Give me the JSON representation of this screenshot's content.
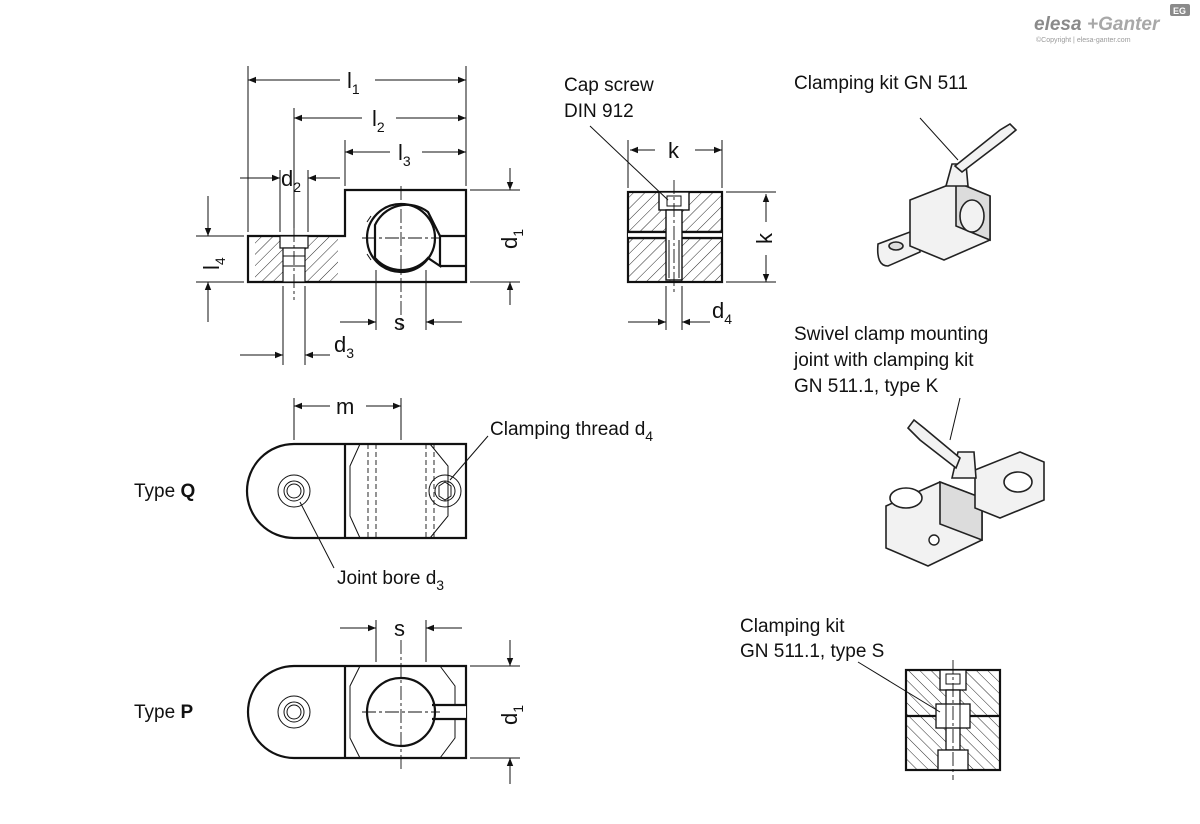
{
  "brand": {
    "name_part1": "elesa",
    "name_part2": "+Ganter",
    "badge": "EG",
    "copyright": "©Copyright | elesa-ganter.com"
  },
  "dimensions": {
    "l1": "l",
    "l1_sub": "1",
    "l2": "l",
    "l2_sub": "2",
    "l3": "l",
    "l3_sub": "3",
    "l4": "l",
    "l4_sub": "4",
    "d1": "d",
    "d1_sub": "1",
    "d2": "d",
    "d2_sub": "2",
    "d3": "d",
    "d3_sub": "3",
    "d4": "d",
    "d4_sub": "4",
    "s": "s",
    "k": "k",
    "m": "m"
  },
  "callouts": {
    "cap_screw_line1": "Cap screw",
    "cap_screw_line2": "DIN 912",
    "clamping_thread": "Clamping thread d",
    "clamping_thread_sub": "4",
    "joint_bore": "Joint bore d",
    "joint_bore_sub": "3",
    "clamping_kit_gn511": "Clamping kit GN 511",
    "swivel_line1": "Swivel clamp mounting",
    "swivel_line2": "joint with clamping kit",
    "swivel_line3": "GN 511.1, type K",
    "kit_s_line1": "Clamping kit",
    "kit_s_line2": "GN 511.1, type S"
  },
  "types": {
    "q_prefix": "Type ",
    "q_letter": "Q",
    "p_prefix": "Type ",
    "p_letter": "P"
  }
}
